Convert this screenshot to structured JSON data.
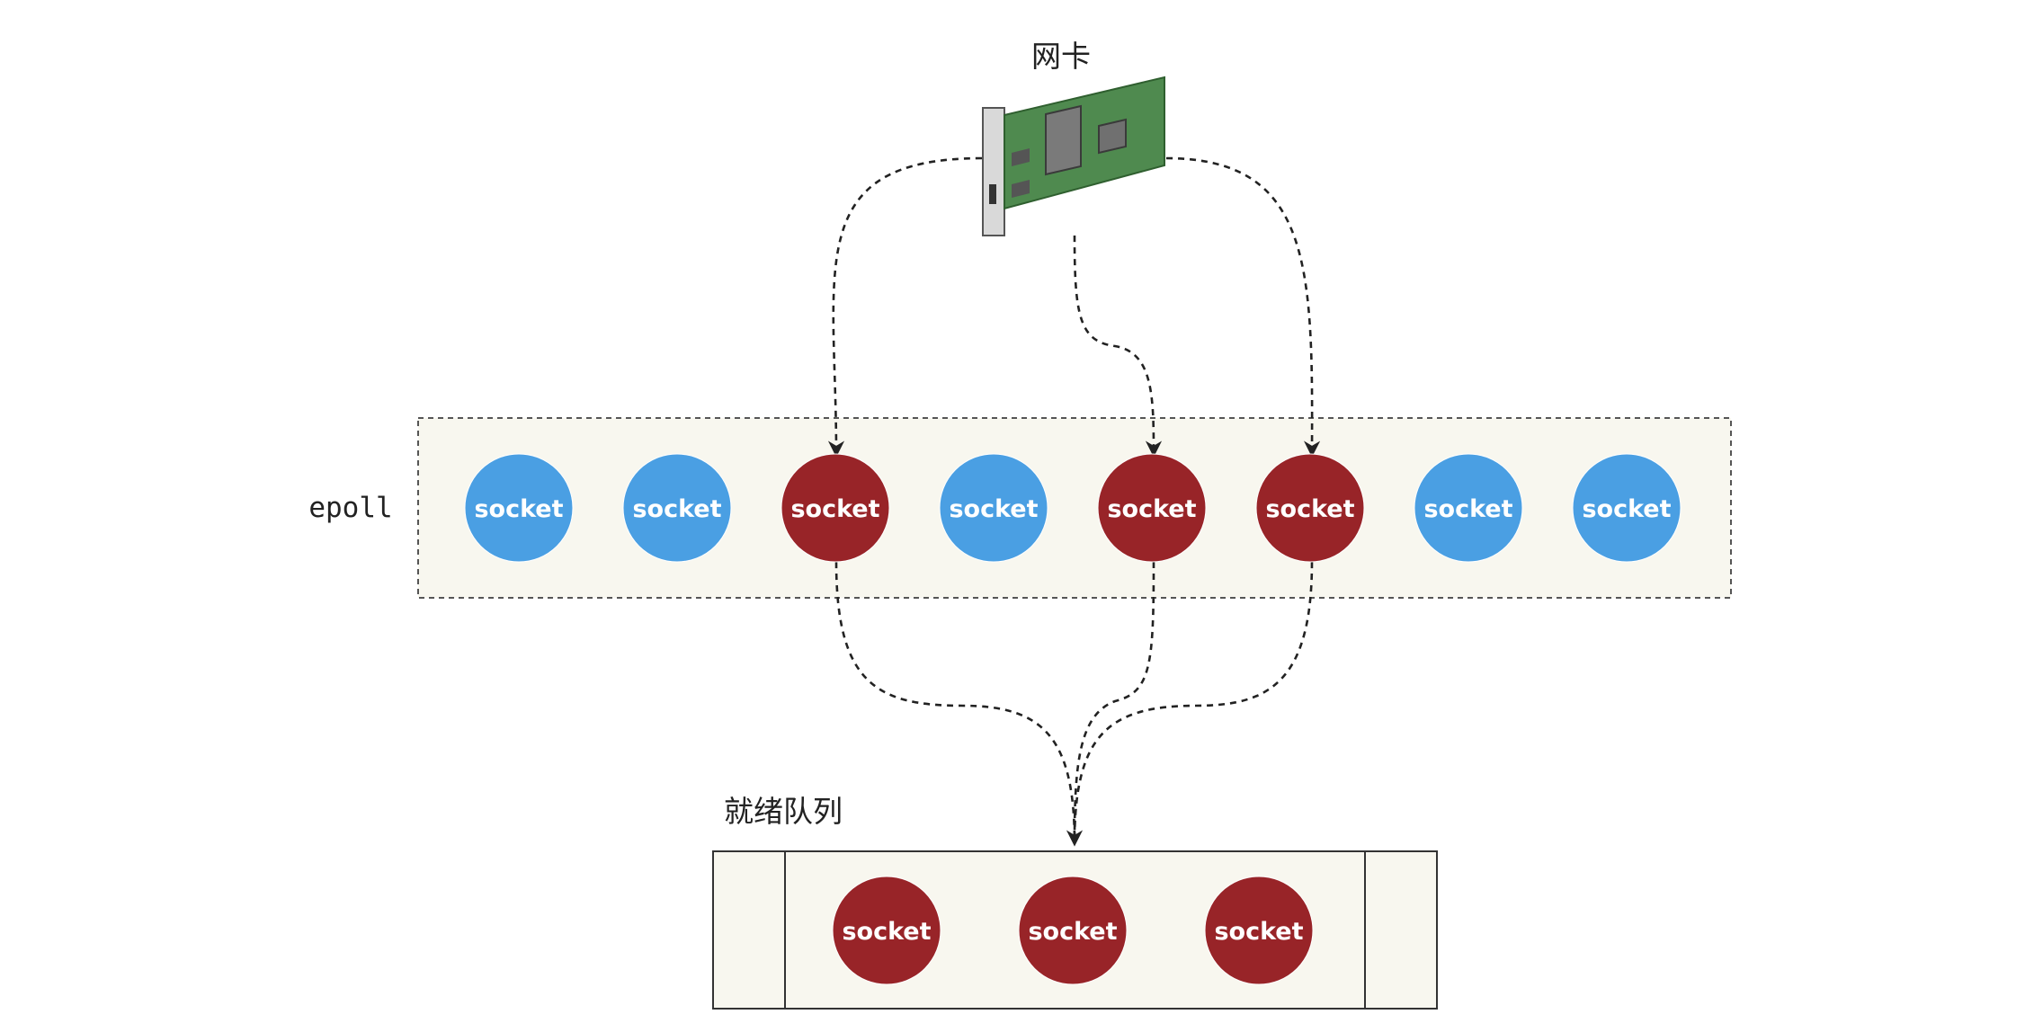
{
  "nic": {
    "label": "网卡"
  },
  "epoll": {
    "label": "epoll",
    "sockets": [
      {
        "text": "socket",
        "state": "idle"
      },
      {
        "text": "socket",
        "state": "idle"
      },
      {
        "text": "socket",
        "state": "ready"
      },
      {
        "text": "socket",
        "state": "idle"
      },
      {
        "text": "socket",
        "state": "ready"
      },
      {
        "text": "socket",
        "state": "ready"
      },
      {
        "text": "socket",
        "state": "idle"
      },
      {
        "text": "socket",
        "state": "idle"
      }
    ]
  },
  "ready_queue": {
    "label": "就绪队列",
    "sockets": [
      {
        "text": "socket"
      },
      {
        "text": "socket"
      },
      {
        "text": "socket"
      }
    ]
  },
  "colors": {
    "idle_socket": "#4a9fe3",
    "ready_socket": "#982428",
    "container_fill": "#f8f7ef",
    "line": "#222222"
  }
}
